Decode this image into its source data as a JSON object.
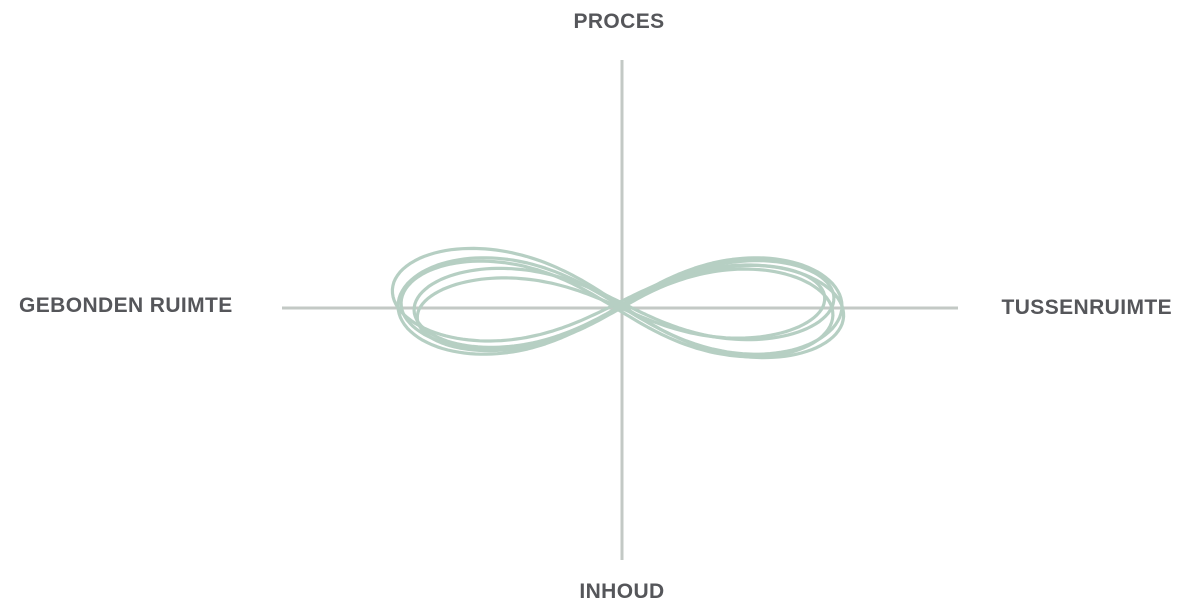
{
  "labels": {
    "top": "PROCES",
    "bottom": "INHOUD",
    "left": "GEBONDEN RUIMTE",
    "right": "TUSSENRUIMTE"
  },
  "colors": {
    "axis": "#c3c9c5",
    "infinity": "#b6cfc3",
    "text": "#55565a"
  },
  "icons": {
    "center_symbol": "infinity-icon"
  }
}
